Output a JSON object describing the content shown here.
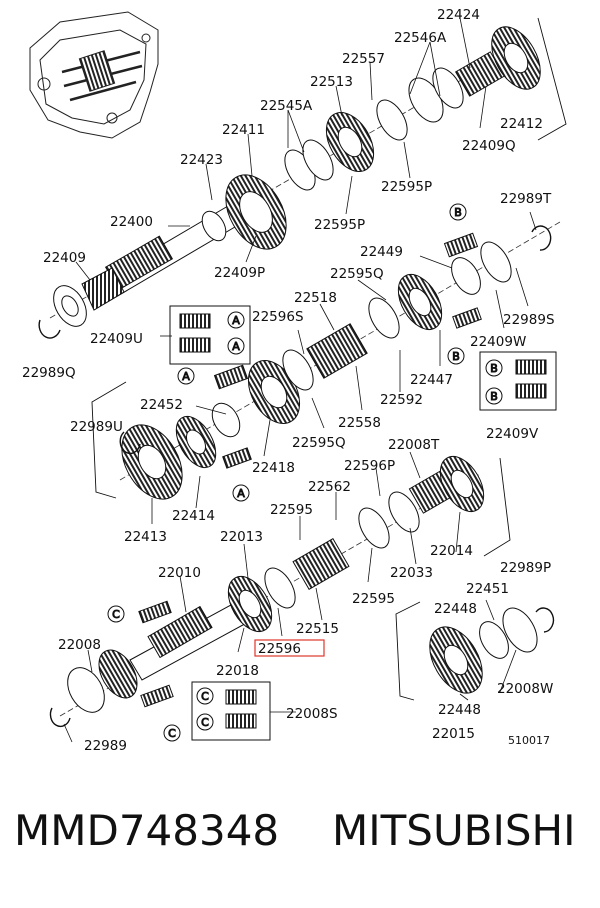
{
  "diagram": {
    "part_labels": [
      {
        "id": "22424",
        "text": "22424"
      },
      {
        "id": "22546A",
        "text": "22546A"
      },
      {
        "id": "22557",
        "text": "22557"
      },
      {
        "id": "22513",
        "text": "22513"
      },
      {
        "id": "22545A",
        "text": "22545A"
      },
      {
        "id": "22411",
        "text": "22411"
      },
      {
        "id": "22412",
        "text": "22412"
      },
      {
        "id": "22409Q",
        "text": "22409Q"
      },
      {
        "id": "22423",
        "text": "22423"
      },
      {
        "id": "22595P_a",
        "text": "22595P"
      },
      {
        "id": "22595P_b",
        "text": "22595P"
      },
      {
        "id": "22400",
        "text": "22400"
      },
      {
        "id": "22989T",
        "text": "22989T"
      },
      {
        "id": "22449",
        "text": "22449"
      },
      {
        "id": "22409",
        "text": "22409"
      },
      {
        "id": "22409P",
        "text": "22409P"
      },
      {
        "id": "22595Q_a",
        "text": "22595Q"
      },
      {
        "id": "22518",
        "text": "22518"
      },
      {
        "id": "22989S",
        "text": "22989S"
      },
      {
        "id": "22596S",
        "text": "22596S"
      },
      {
        "id": "22409U",
        "text": "22409U"
      },
      {
        "id": "22409W",
        "text": "22409W"
      },
      {
        "id": "22447",
        "text": "22447"
      },
      {
        "id": "22989Q",
        "text": "22989Q"
      },
      {
        "id": "22452",
        "text": "22452"
      },
      {
        "id": "22592",
        "text": "22592"
      },
      {
        "id": "22558",
        "text": "22558"
      },
      {
        "id": "22409V",
        "text": "22409V"
      },
      {
        "id": "22989U",
        "text": "22989U"
      },
      {
        "id": "22595Q_b",
        "text": "22595Q"
      },
      {
        "id": "22008T",
        "text": "22008T"
      },
      {
        "id": "22418",
        "text": "22418"
      },
      {
        "id": "22596P",
        "text": "22596P"
      },
      {
        "id": "22562",
        "text": "22562"
      },
      {
        "id": "22414",
        "text": "22414"
      },
      {
        "id": "22595_a",
        "text": "22595"
      },
      {
        "id": "22413",
        "text": "22413"
      },
      {
        "id": "22013",
        "text": "22013"
      },
      {
        "id": "22014",
        "text": "22014"
      },
      {
        "id": "22033",
        "text": "22033"
      },
      {
        "id": "22010",
        "text": "22010"
      },
      {
        "id": "22989P",
        "text": "22989P"
      },
      {
        "id": "22595_b",
        "text": "22595"
      },
      {
        "id": "22451",
        "text": "22451"
      },
      {
        "id": "22448_a",
        "text": "22448"
      },
      {
        "id": "22515",
        "text": "22515"
      },
      {
        "id": "22596",
        "text": "22596"
      },
      {
        "id": "22008",
        "text": "22008"
      },
      {
        "id": "22018",
        "text": "22018"
      },
      {
        "id": "22008W",
        "text": "22008W"
      },
      {
        "id": "22448_b",
        "text": "22448"
      },
      {
        "id": "22008S",
        "text": "22008S"
      },
      {
        "id": "22015",
        "text": "22015"
      },
      {
        "id": "22989",
        "text": "22989"
      }
    ],
    "callout_letters": [
      "A",
      "B",
      "C"
    ],
    "figure_number": "510017",
    "highlight_color": "#e0352b"
  },
  "footer": {
    "part_number": "MMD748348",
    "brand": "MITSUBISHI"
  }
}
